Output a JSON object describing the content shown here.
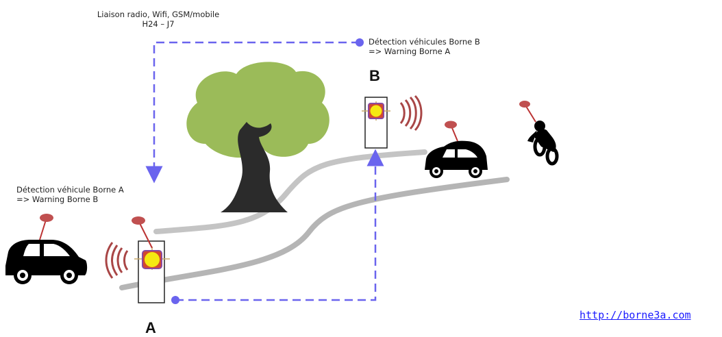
{
  "labels": {
    "link_top_line1": "Liaison radio, Wifi, GSM/mobile",
    "link_top_line2": "H24 – J7",
    "borne_b_line1": "Détection véhicules Borne B",
    "borne_b_line2": "=>  Warning Borne A",
    "borne_a_line1": "Détection véhicule Borne A",
    "borne_a_line2": "=>  Warning Borne B",
    "borne_a_name": "A",
    "borne_b_name": "B",
    "url": "http://borne3a.com"
  },
  "colors": {
    "dashed_link": "#6a64ee",
    "tree_canopy": "#9bbb59",
    "tree_trunk": "#2b2b2b",
    "road": "#b9b9b9",
    "pin": "#c05050",
    "signal": "#a94646",
    "beacon": "#f5e812"
  }
}
